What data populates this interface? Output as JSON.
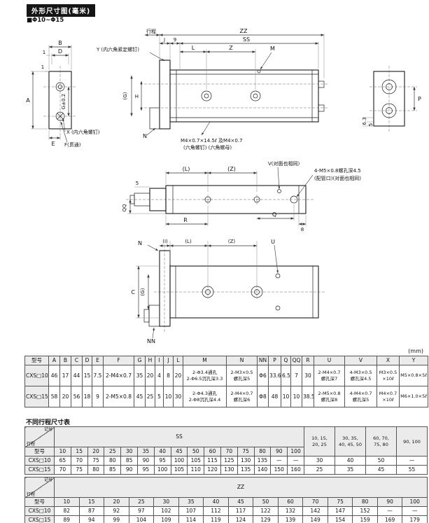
{
  "page": {
    "header_title": "外形尺寸图(毫米)",
    "subtitle": "■Φ10~Φ15",
    "unit_note": "(mm)",
    "stroke_table_title": "不同行程尺寸表"
  },
  "drawing1": {
    "b": "B",
    "d": "D",
    "one_a": "1",
    "one_b": "1",
    "a": "A",
    "g_tol": "G±0.2",
    "e": "E",
    "f_note": "F(贯通)",
    "x_note": "X (内六角螺钉)",
    "y_note": "Y (内六角紧定螺钉)",
    "stroke": "行程",
    "j": "J",
    "nine": "9",
    "zz": "ZZ",
    "ss": "SS",
    "l": "L",
    "z": "Z",
    "m": "M",
    "g_paren": "(G)",
    "h": "H",
    "n": "N",
    "screw_note1": "M4×0.7×14.5ℓ 及M4×0.7",
    "screw_note2": "(六角螺钉) (六角螺母)",
    "p": "P",
    "six_three": "6.3",
    "five": "5"
  },
  "drawing2": {
    "l": "(L)",
    "z": "(Z)",
    "v_note": "V(对面也相同)",
    "port_note1": "4-M5×0.8螺孔深4.5",
    "port_note2": "(配管口)(对面也相同)",
    "five": "5",
    "qq": "QQ",
    "r": "R",
    "q": "Q",
    "eight": "8"
  },
  "drawing3": {
    "n": "N",
    "i": "(I)",
    "l": "(L)",
    "z": "(Z)",
    "u": "U",
    "c": "C",
    "g_paren": "(G)",
    "nn": "NN"
  },
  "dim_table": {
    "model_header": "型号",
    "columns": [
      "A",
      "B",
      "C",
      "D",
      "E",
      "F",
      "G",
      "H",
      "I",
      "J",
      "L",
      "M",
      "N",
      "NN",
      "P",
      "Q",
      "QQ",
      "R",
      "U",
      "V",
      "X",
      "Y"
    ],
    "rows": [
      {
        "model": "CXS□10",
        "values": [
          "46",
          "17",
          "44",
          "15",
          "7.5",
          "2-M4×0.7",
          "35",
          "20",
          "4",
          "8",
          "20",
          "2-Φ3.4通孔\n2-Φ6.5沉孔深3.3",
          "2-M3×0.5\n螺孔深5",
          "Φ6",
          "33.6",
          "6.5",
          "7",
          "30",
          "2-M4×0.7\n螺孔深7",
          "4-M3×0.5\n螺孔深4.5",
          "M3×0.5\n×10ℓ",
          "M5×0.8×5ℓ"
        ]
      },
      {
        "model": "CXS□15",
        "values": [
          "58",
          "20",
          "56",
          "18",
          "9",
          "2-M5×0.8",
          "45",
          "25",
          "5",
          "10",
          "30",
          "2-Φ4.3通孔\n2-Φ8沉孔深4.4",
          "2-M4×0.7\n螺孔深6",
          "Φ8",
          "48",
          "10",
          "10",
          "38.5",
          "2-M5×0.8\n螺孔深8",
          "4-M4×0.7\n螺孔深5",
          "M4×0.7\n×10ℓ",
          "M6×1.0×5ℓ"
        ]
      }
    ]
  },
  "stroke_ss": {
    "corner_top": "记号",
    "corner_bottom": "行程",
    "group_ss": "SS",
    "model_header": "型号",
    "stroke_cols": [
      "10",
      "15",
      "20",
      "25",
      "30",
      "35",
      "40",
      "45",
      "50",
      "60",
      "70",
      "75",
      "80",
      "90",
      "100"
    ],
    "z_cols": [
      "10, 15,\n20, 25",
      "30, 35,\n40, 45, 50",
      "60, 70,\n75, 80",
      "90, 100"
    ],
    "rows": [
      {
        "model": "CXS□10",
        "ss": [
          "65",
          "70",
          "75",
          "80",
          "85",
          "90",
          "95",
          "100",
          "105",
          "115",
          "125",
          "130",
          "135",
          "—",
          "—"
        ],
        "z": [
          "30",
          "40",
          "50",
          "—"
        ]
      },
      {
        "model": "CXS□15",
        "ss": [
          "70",
          "75",
          "80",
          "85",
          "90",
          "95",
          "100",
          "105",
          "110",
          "120",
          "130",
          "135",
          "140",
          "150",
          "160"
        ],
        "z": [
          "25",
          "35",
          "45",
          "55"
        ]
      }
    ]
  },
  "stroke_zz": {
    "corner_top": "记号",
    "corner_bottom": "行程",
    "group_zz": "ZZ",
    "model_header": "型号",
    "stroke_cols": [
      "10",
      "15",
      "20",
      "25",
      "30",
      "35",
      "40",
      "45",
      "50",
      "60",
      "70",
      "75",
      "80",
      "90",
      "100"
    ],
    "rows": [
      {
        "model": "CXS□10",
        "zz": [
          "82",
          "87",
          "92",
          "97",
          "102",
          "107",
          "112",
          "117",
          "122",
          "132",
          "142",
          "147",
          "152",
          "—",
          "—"
        ]
      },
      {
        "model": "CXS□15",
        "zz": [
          "89",
          "94",
          "99",
          "104",
          "109",
          "114",
          "119",
          "124",
          "129",
          "139",
          "149",
          "154",
          "159",
          "169",
          "179"
        ]
      }
    ]
  }
}
